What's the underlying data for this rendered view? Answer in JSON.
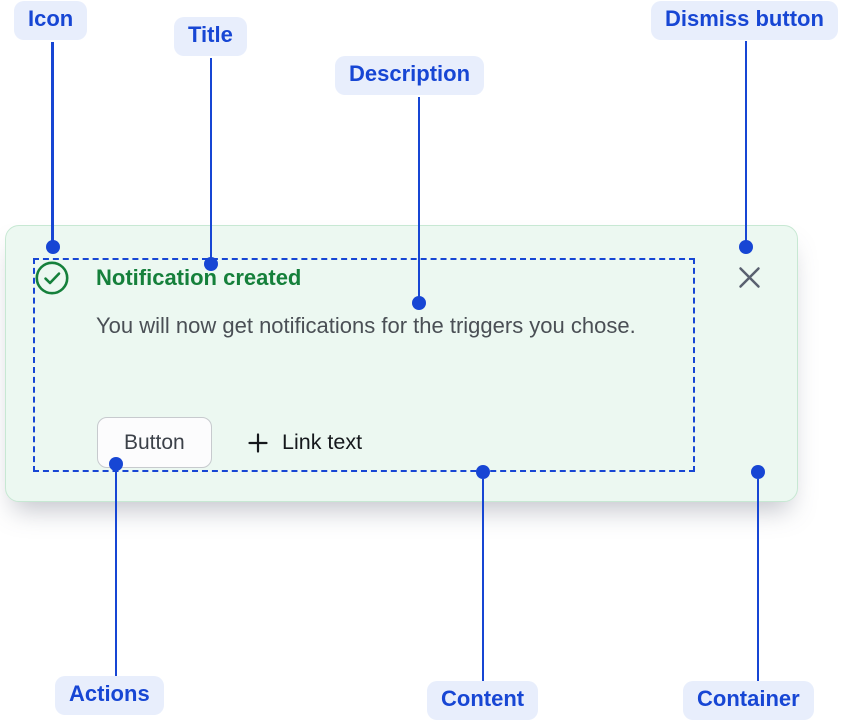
{
  "component": {
    "title": "Notification created",
    "description": "You will now get notifications for the triggers you chose.",
    "button_label": "Button",
    "link_label": "Link text",
    "icon": "check-circle-icon",
    "dismiss_icon": "close-icon"
  },
  "annotations": [
    {
      "id": "icon",
      "label": "Icon"
    },
    {
      "id": "title",
      "label": "Title"
    },
    {
      "id": "description",
      "label": "Description"
    },
    {
      "id": "dismiss",
      "label": "Dismiss button"
    },
    {
      "id": "actions",
      "label": "Actions"
    },
    {
      "id": "content",
      "label": "Content"
    },
    {
      "id": "container",
      "label": "Container"
    }
  ],
  "colors": {
    "annotation_accent": "#1746d4",
    "annotation_pill_bg": "#e8eefc",
    "success_green": "#15803b",
    "card_bg": "#ecf8f1",
    "card_border": "#c7e8d3",
    "description_text": "#4a4f55",
    "dismiss_gray": "#5a6170"
  }
}
